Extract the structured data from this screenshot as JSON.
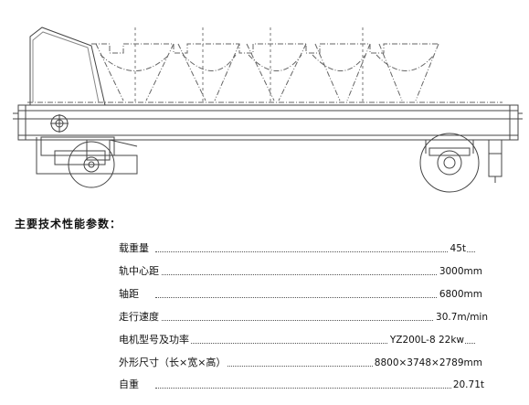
{
  "heading": "主要技术性能参数：",
  "specs": [
    {
      "label": "载重量",
      "value": "45t"
    },
    {
      "label": "轨中心距",
      "value": "3000mm"
    },
    {
      "label": "轴距",
      "value": "6800mm"
    },
    {
      "label": "走行速度",
      "value": "30.7m/min"
    },
    {
      "label": "电机型号及功率",
      "value": "YZ200L-8 22kw"
    },
    {
      "label": "外形尺寸（长×宽×高）",
      "value": "8800×3748×2789mm"
    },
    {
      "label": "自重",
      "value": "20.71t"
    }
  ],
  "drawing": {
    "name": "transfer-cart-side-elevation",
    "line_color": "#555555"
  }
}
